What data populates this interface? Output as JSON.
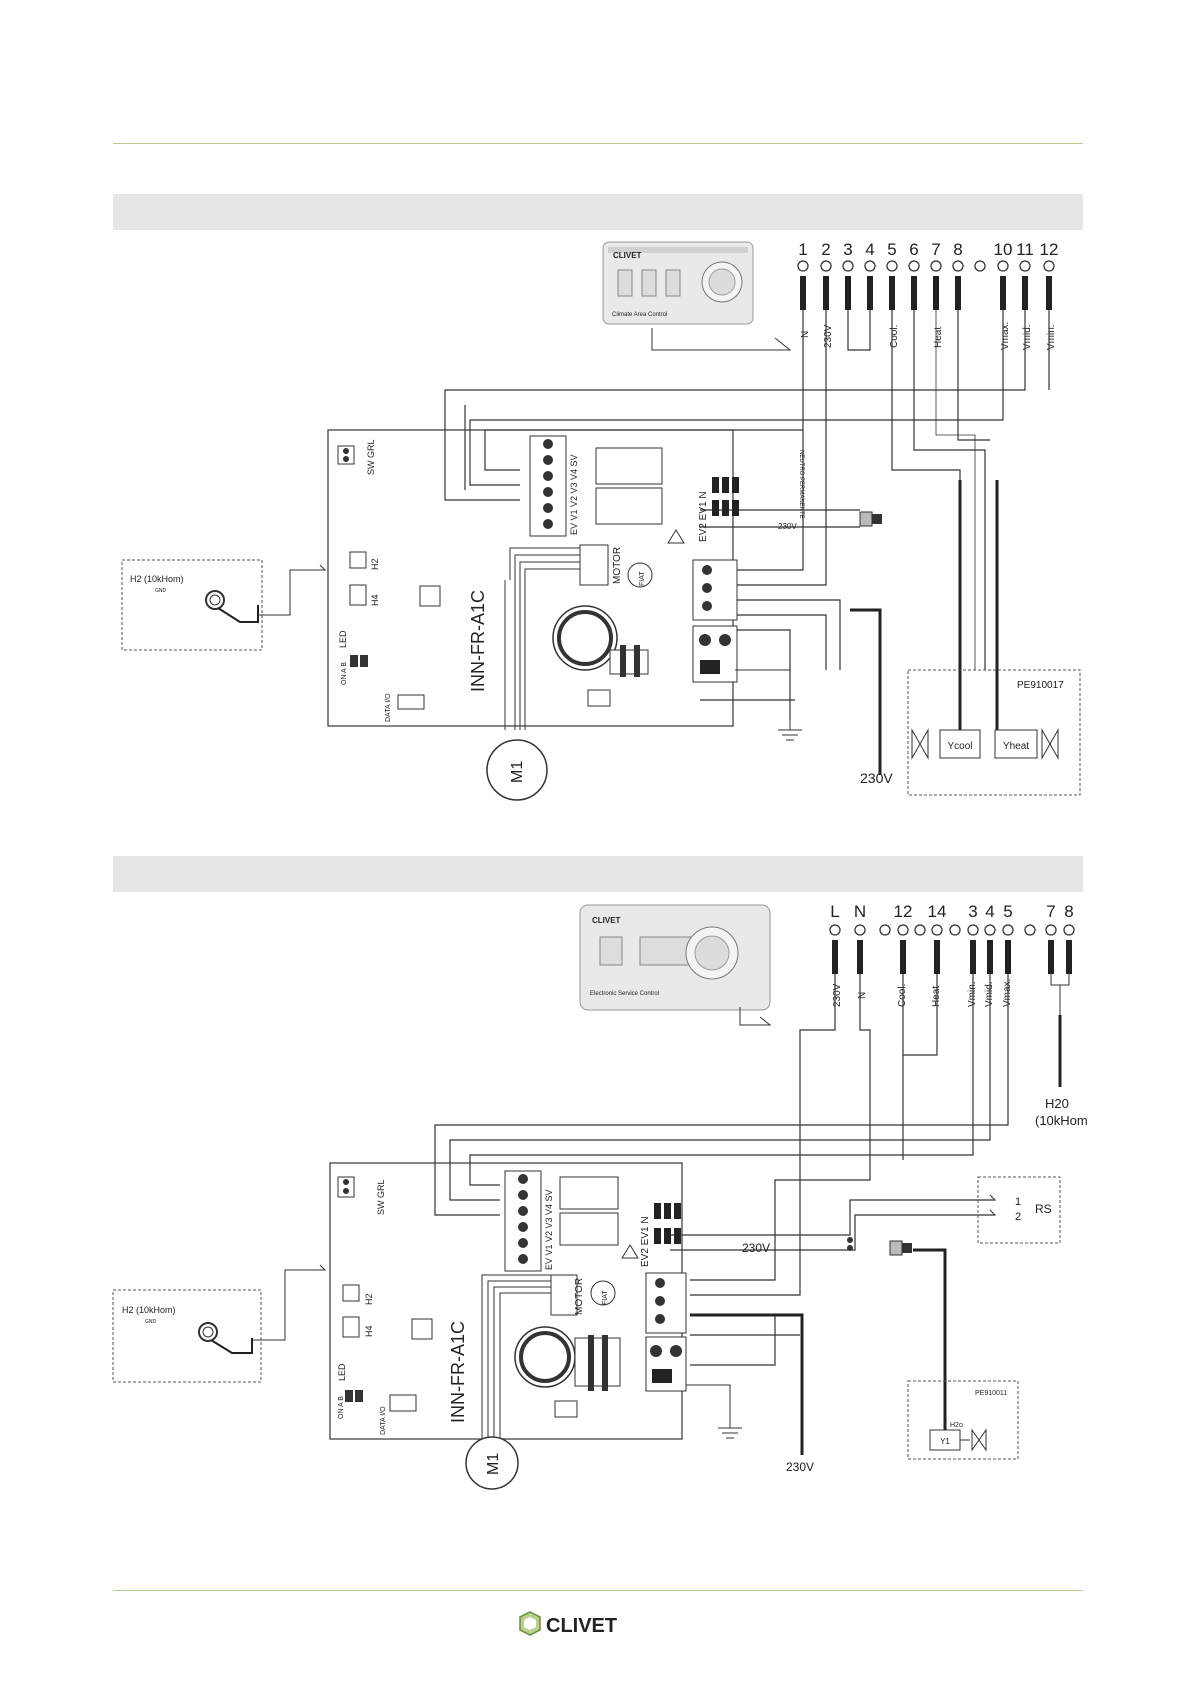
{
  "brand": {
    "name": "CLIVET",
    "logo_text": "CLIVET",
    "accent_color": "#b9cf8f"
  },
  "diagram1": {
    "controller_brand": "CLIVET",
    "controller_caption": "Climate Area Control",
    "terminal_numbers": [
      "1",
      "2",
      "3",
      "4",
      "5",
      "6",
      "7",
      "8",
      "10",
      "11",
      "12"
    ],
    "terminal_labels": [
      "N",
      "230V",
      "Cool.",
      "Heat",
      "Vmax.",
      "Vmid.",
      "Vmin."
    ],
    "board_name": "INN-FR-A1C",
    "board_labels": {
      "sw": "SW GRL",
      "h2": "H2",
      "h4": "H4",
      "led": "LED",
      "dip": "ON  A B",
      "data": "DATA I/O",
      "motor": "MOTOR",
      "fiat": "FIAT",
      "v_row": "EV V1 V2 V3 V4 SV",
      "ne_row": "EV2 EV1 N",
      "neutral": "NEUTRO PERMANENTE"
    },
    "sensor_label": "H2 (10kHom)",
    "sensor_sub": "GND",
    "voltage_small": "230V",
    "voltage_supply": "230V",
    "motor_label": "M1",
    "valve_kit": "PE910017",
    "valves": [
      "Ycool",
      "Yheat"
    ]
  },
  "diagram2": {
    "controller_brand": "CLIVET",
    "controller_caption": "Electronic Service Control",
    "terminal_numbers": [
      "L",
      "N",
      "12",
      "14",
      "3",
      "4",
      "5",
      "7",
      "8"
    ],
    "terminal_labels": [
      "230V",
      "N",
      "Cool.",
      "Heat",
      "Vmin.",
      "Vmid.",
      "Vmax."
    ],
    "h20_label": "H20",
    "h20_sub": "(10kHom",
    "board_name": "INN-FR-A1C",
    "board_labels": {
      "sw": "SW GRL",
      "h2": "H2",
      "h4": "H4",
      "led": "LED",
      "dip": "ON  A B",
      "data": "DATA I/O",
      "motor": "MOTOR",
      "fiat": "FIAT",
      "v_row": "EV V1 V2 V3 V4 SV",
      "ne_row": "EV2 EV1 N"
    },
    "sensor_label": "H2 (10kHom)",
    "sensor_sub": "GND",
    "rs_label": "RS",
    "rs_pins": [
      "1",
      "2"
    ],
    "voltage_small": "230V",
    "voltage_supply": "230V",
    "motor_label": "M1",
    "valve_kit": "PE910011",
    "valve_sensor": "H2o",
    "valve": "Y1"
  }
}
